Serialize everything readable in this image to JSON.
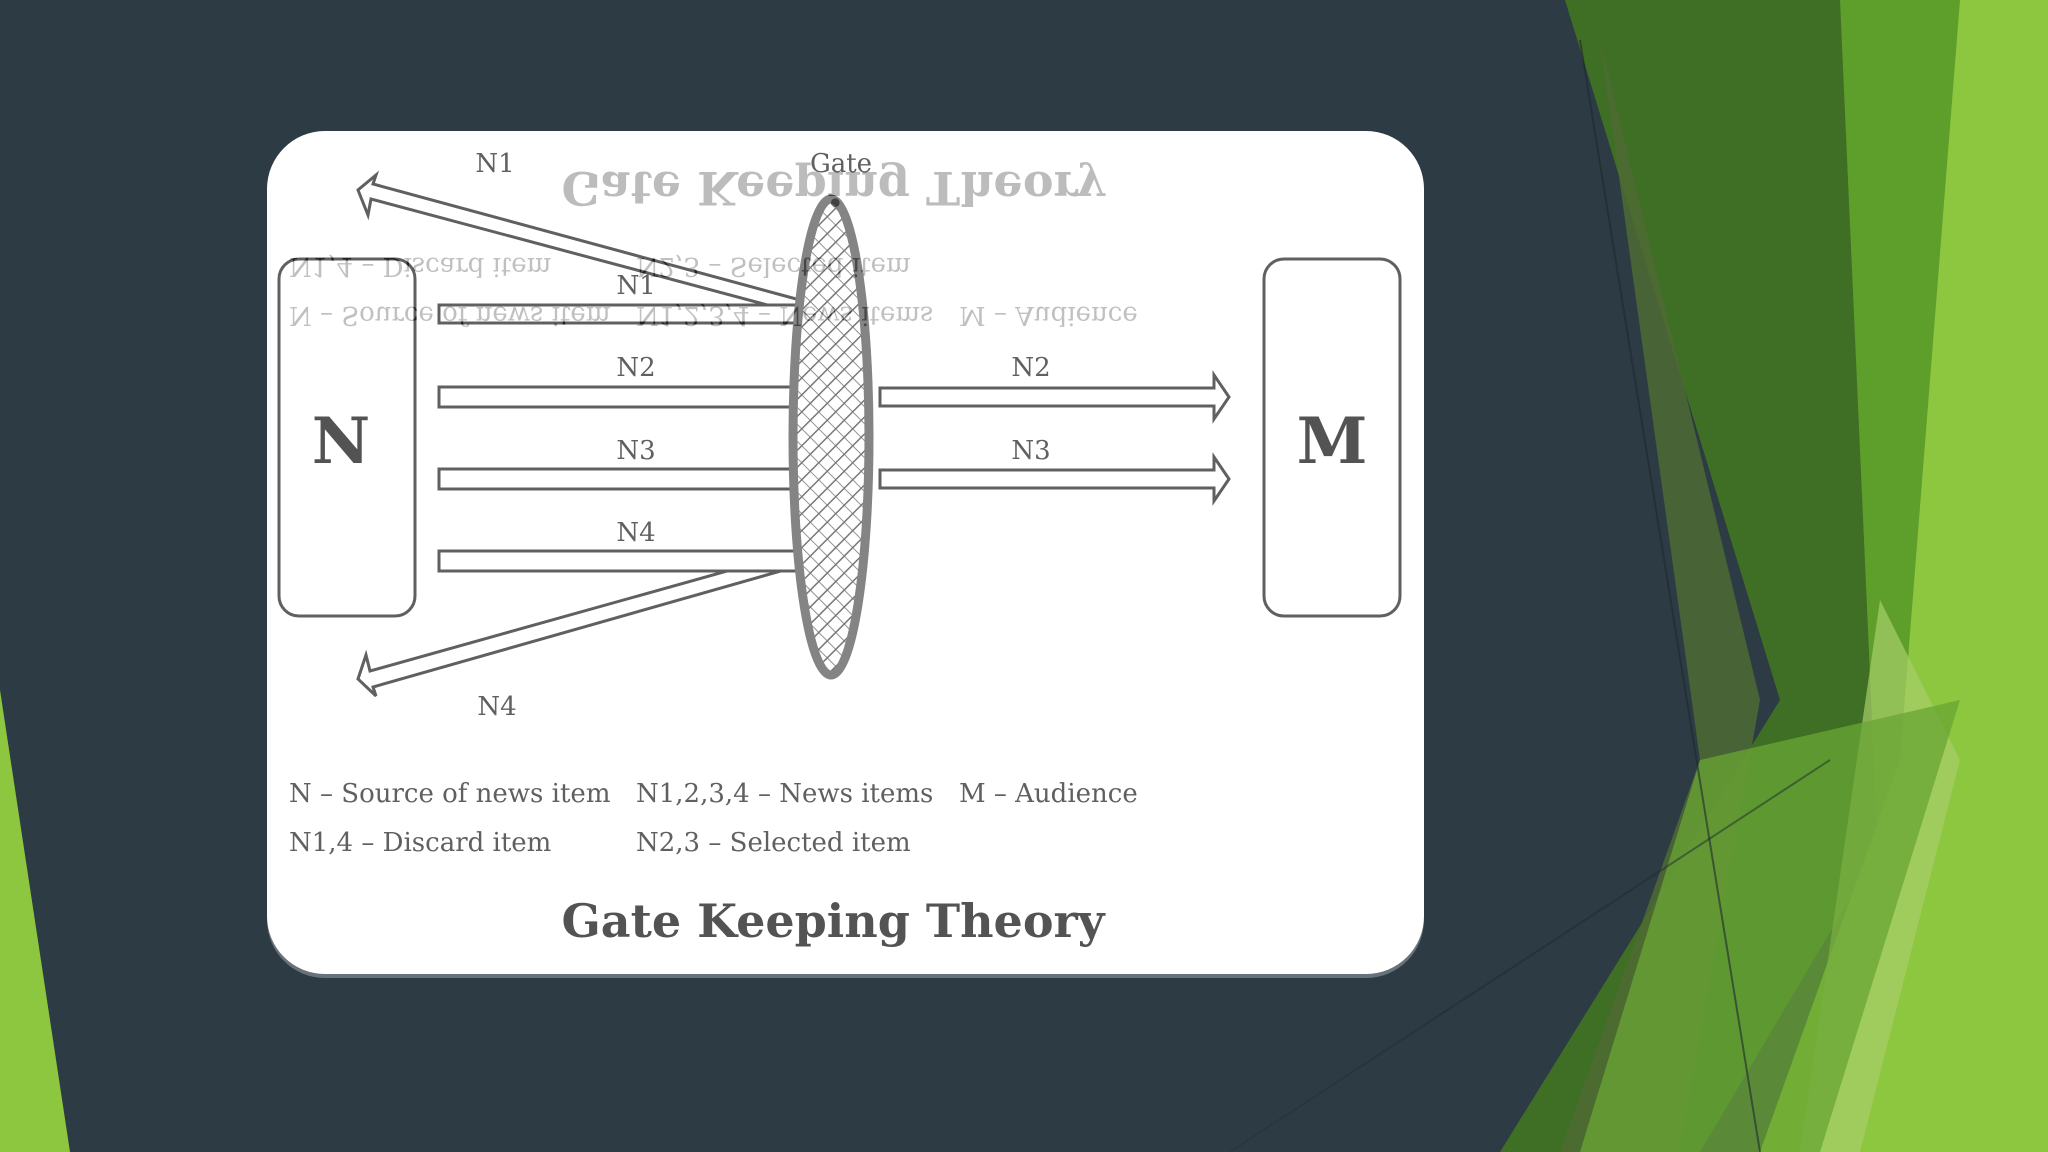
{
  "slide": {
    "colors": {
      "background": "#2d3b44",
      "accent_green_light": "#8dc63f",
      "accent_green_mid": "#5e9e2b",
      "accent_green_dark": "#3f6f24"
    }
  },
  "diagram": {
    "source_box": "N",
    "audience_box": "M",
    "gate_label": "Gate",
    "discard_top_label": "N1",
    "discard_bottom_label": "N4",
    "input_arrows": [
      "N1",
      "N2",
      "N3",
      "N4"
    ],
    "output_arrows": [
      "N2",
      "N3"
    ],
    "legend_row1": [
      "N – Source of news item",
      "N1,2,3,4 – News items",
      "M – Audience"
    ],
    "legend_row2": [
      "N1,4 – Discard item",
      "N2,3 – Selected item"
    ],
    "title": "Gate Keeping Theory"
  }
}
